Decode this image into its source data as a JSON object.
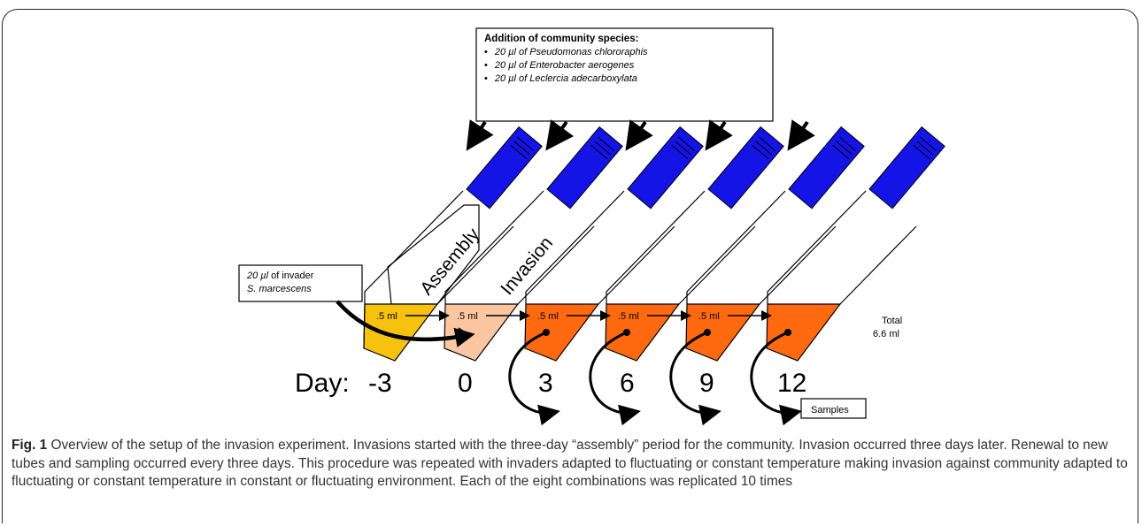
{
  "figure": {
    "addition_box": {
      "title": "Addition of community species:",
      "items": [
        {
          "bullet": "•",
          "amount": "20 µl of",
          "species": "Pseudomonas chlororaphis"
        },
        {
          "bullet": "•",
          "amount": "20 µl of",
          "species": "Enterobacter aerogenes"
        },
        {
          "bullet": "•",
          "amount": "20 µl of",
          "species": "Leclercia adecarboxylata"
        }
      ]
    },
    "invader_box": {
      "line1_amount": "20 µl",
      "line1_rest": " of invader",
      "line2": "S. marcescens"
    },
    "tube_labels": {
      "assembly": "Assembly",
      "invasion": "Invasion"
    },
    "transfer_label": ".5 ml",
    "total": {
      "line1": "Total",
      "line2": "6.6 ml"
    },
    "day_prefix": "Day:",
    "days": [
      "-3",
      "0",
      "3",
      "6",
      "9",
      "12"
    ],
    "samples_label": "Samples",
    "colors": {
      "cap": "#1414e6",
      "assembly_liquid": "#f6c20e",
      "invasion_liquid": "#fbc6a0",
      "community_liquid": "#ff6a10"
    }
  },
  "caption": {
    "label": "Fig. 1",
    "text": " Overview of the setup of the invasion experiment. Invasions started with the three-day “assembly” period for the community. Invasion occurred three days later. Renewal to new tubes and sampling occurred every three days. This procedure was repeated with invaders adapted to fluctuating or constant temperature making invasion against community adapted to fluctuating or constant temperature in constant or fluctuating environment. Each of the eight combinations was replicated 10 times"
  }
}
